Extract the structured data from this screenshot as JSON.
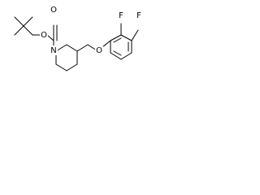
{
  "diagram_type": "chemical-structure",
  "structure": {
    "atoms": {
      "oxygen_carbonyl": "O",
      "oxygen_ester": "O",
      "nitrogen_ring": "N",
      "oxygen_ether": "O",
      "fluorine_2": "F",
      "fluorine_3": "F"
    }
  },
  "colors": {
    "bond": "#000000",
    "text": "#000000",
    "background": "#ffffff"
  }
}
